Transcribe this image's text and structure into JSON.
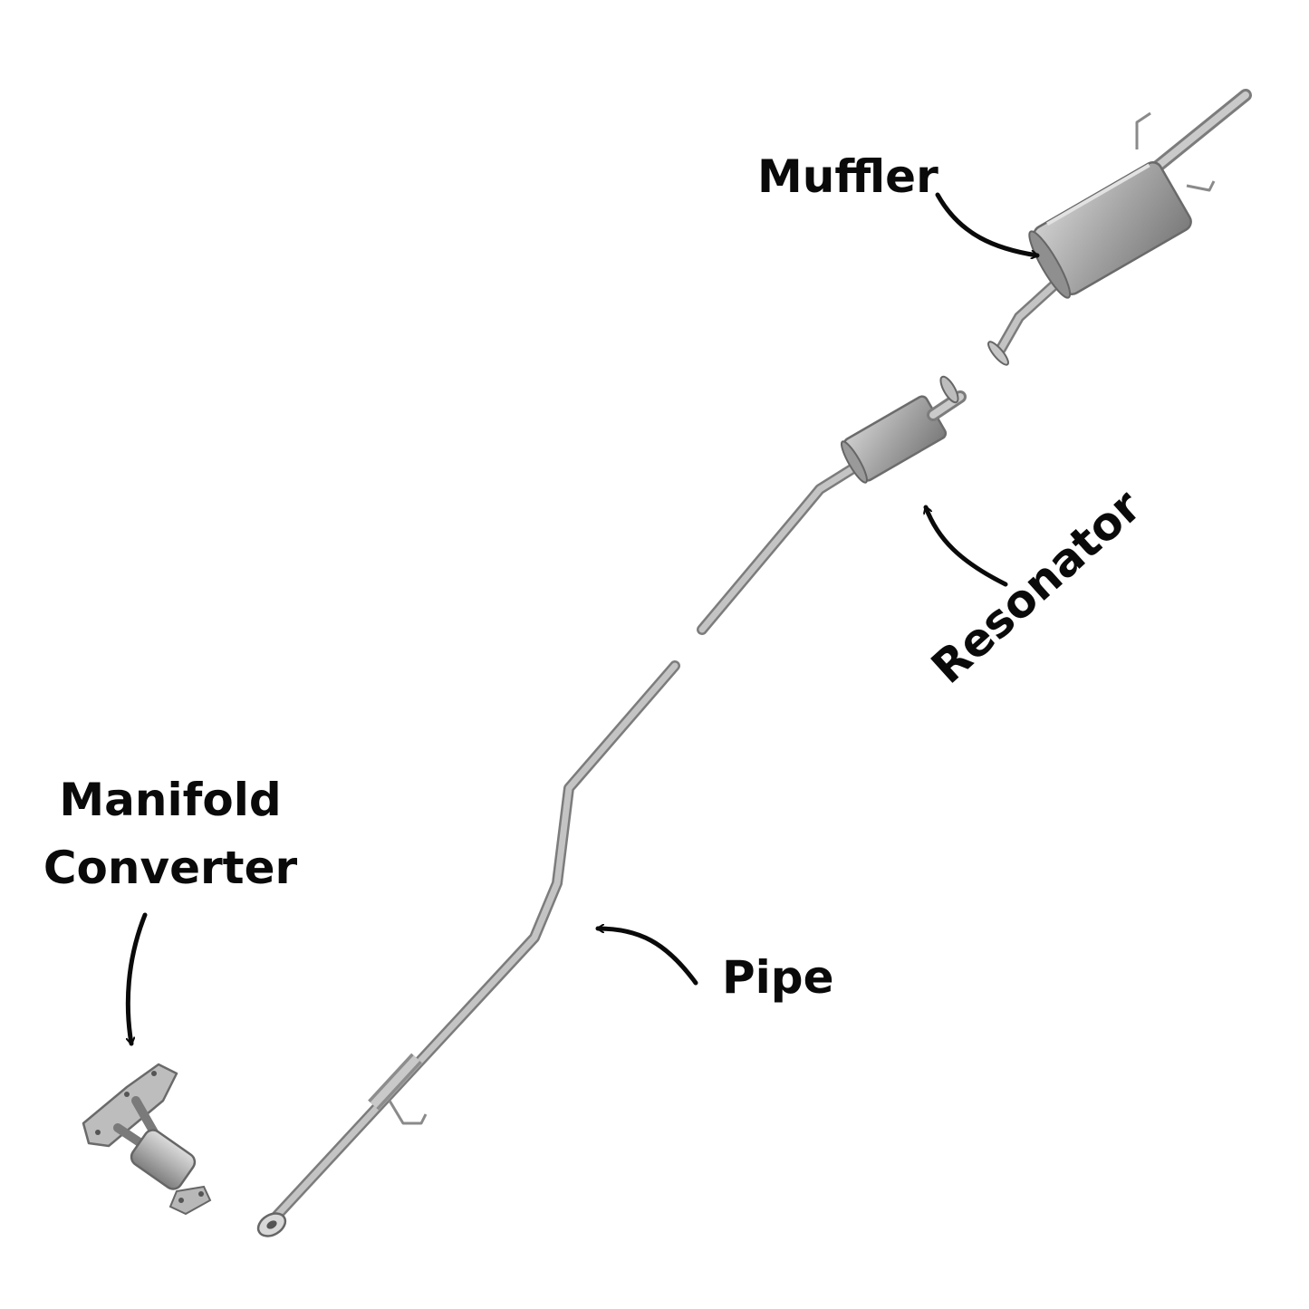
{
  "labels": {
    "muffler": "Muffler",
    "resonator": "Resonator",
    "manifold_line1": "Manifold",
    "manifold_line2": "Converter",
    "pipe": "Pipe"
  },
  "colors": {
    "background": "#ffffff",
    "text": "#0a0a0a",
    "metal_light": "#cfcfcf",
    "metal_mid": "#a9a9a9",
    "metal_dark": "#6e6e6e"
  }
}
